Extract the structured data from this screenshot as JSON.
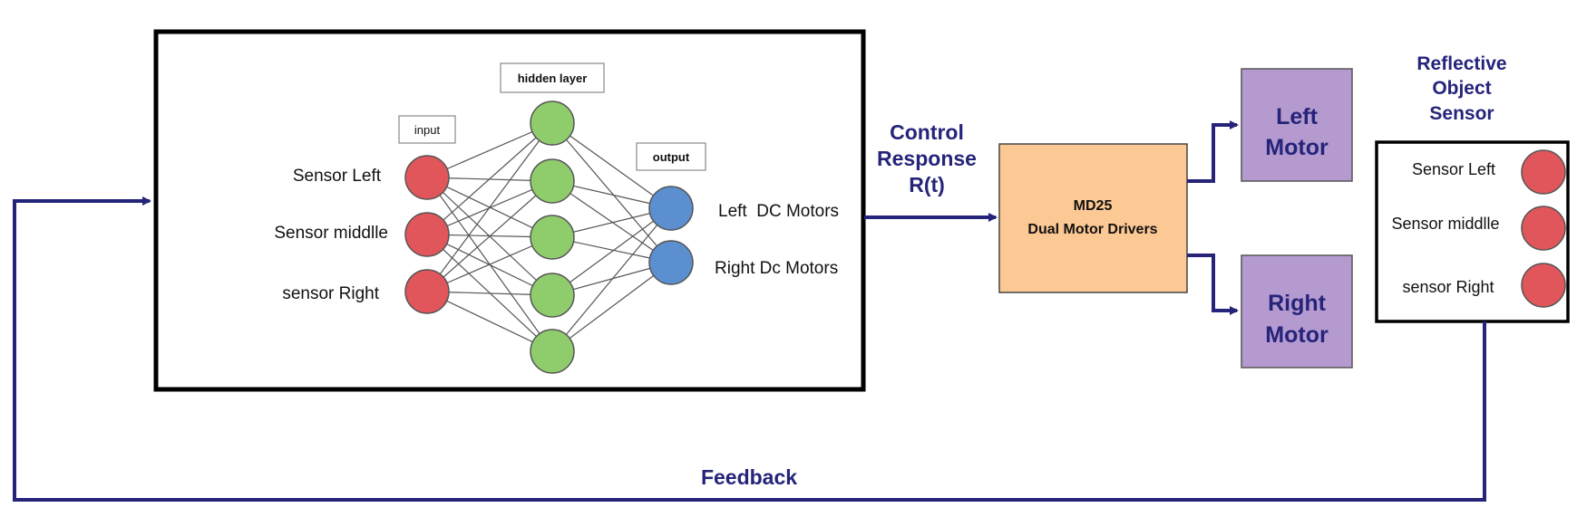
{
  "neural_network": {
    "input_tag": "input",
    "hidden_tag": "hidden layer",
    "output_tag": "output",
    "inputs": [
      "Sensor Left",
      "Sensor middlle",
      "sensor Right"
    ],
    "outputs": [
      "Left  DC Motors",
      "Right Dc Motors"
    ],
    "hidden_count": 5,
    "colors": {
      "input": "#e0565b",
      "hidden": "#8fcc6c",
      "output": "#5b8fd0"
    }
  },
  "control": {
    "line1": "Control",
    "line2": "Response",
    "line3": "R(t)"
  },
  "driver": {
    "line1": "MD25",
    "line2": "Dual Motor Drivers",
    "color": "#fcc893"
  },
  "motors": {
    "left": {
      "line1": "Left",
      "line2": "Motor"
    },
    "right": {
      "line1": "Right",
      "line2": "Motor"
    },
    "color": "#b59ad0"
  },
  "reflective": {
    "title1": "Reflective",
    "title2": "Object",
    "title3": "Sensor",
    "sensors": [
      "Sensor Left",
      "Sensor middlle",
      "sensor Right"
    ]
  },
  "feedback": {
    "label": "Feedback"
  },
  "colors": {
    "flow": "#25247a"
  }
}
